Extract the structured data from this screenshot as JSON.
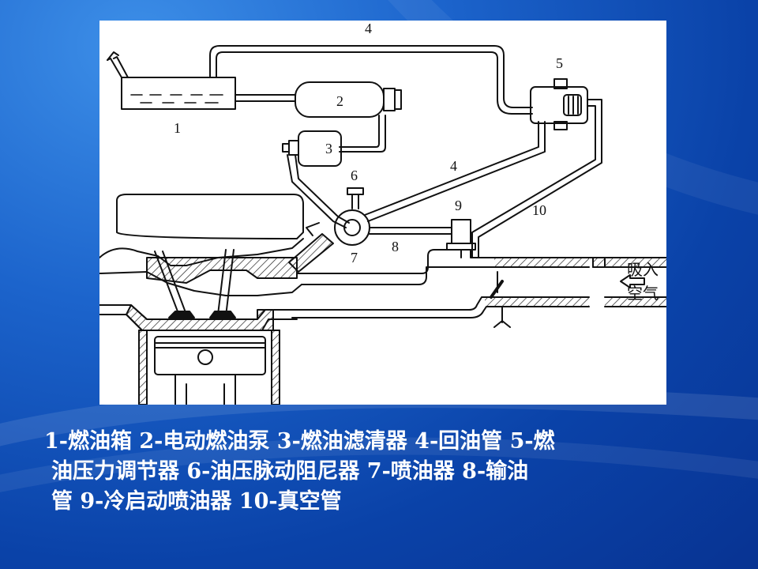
{
  "diagram": {
    "labels": {
      "tank": "1",
      "pump": "2",
      "filter": "3",
      "return_pipe_top": "4",
      "return_pipe_mid": "4",
      "regulator": "5",
      "damper": "6",
      "injector": "7",
      "fuel_line": "8",
      "cold_start": "9",
      "vacuum_pipe": "10"
    },
    "intake_air": [
      "吸入",
      "空气"
    ]
  },
  "caption": {
    "lines": [
      "1-燃油箱 2-电动燃油泵 3-燃油滤清器 4-回油管 5-燃",
      "油压力调节器 6-油压脉动阻尼器  7-喷油器 8-输油",
      "管 9-冷启动喷油器  10-真空管"
    ]
  }
}
